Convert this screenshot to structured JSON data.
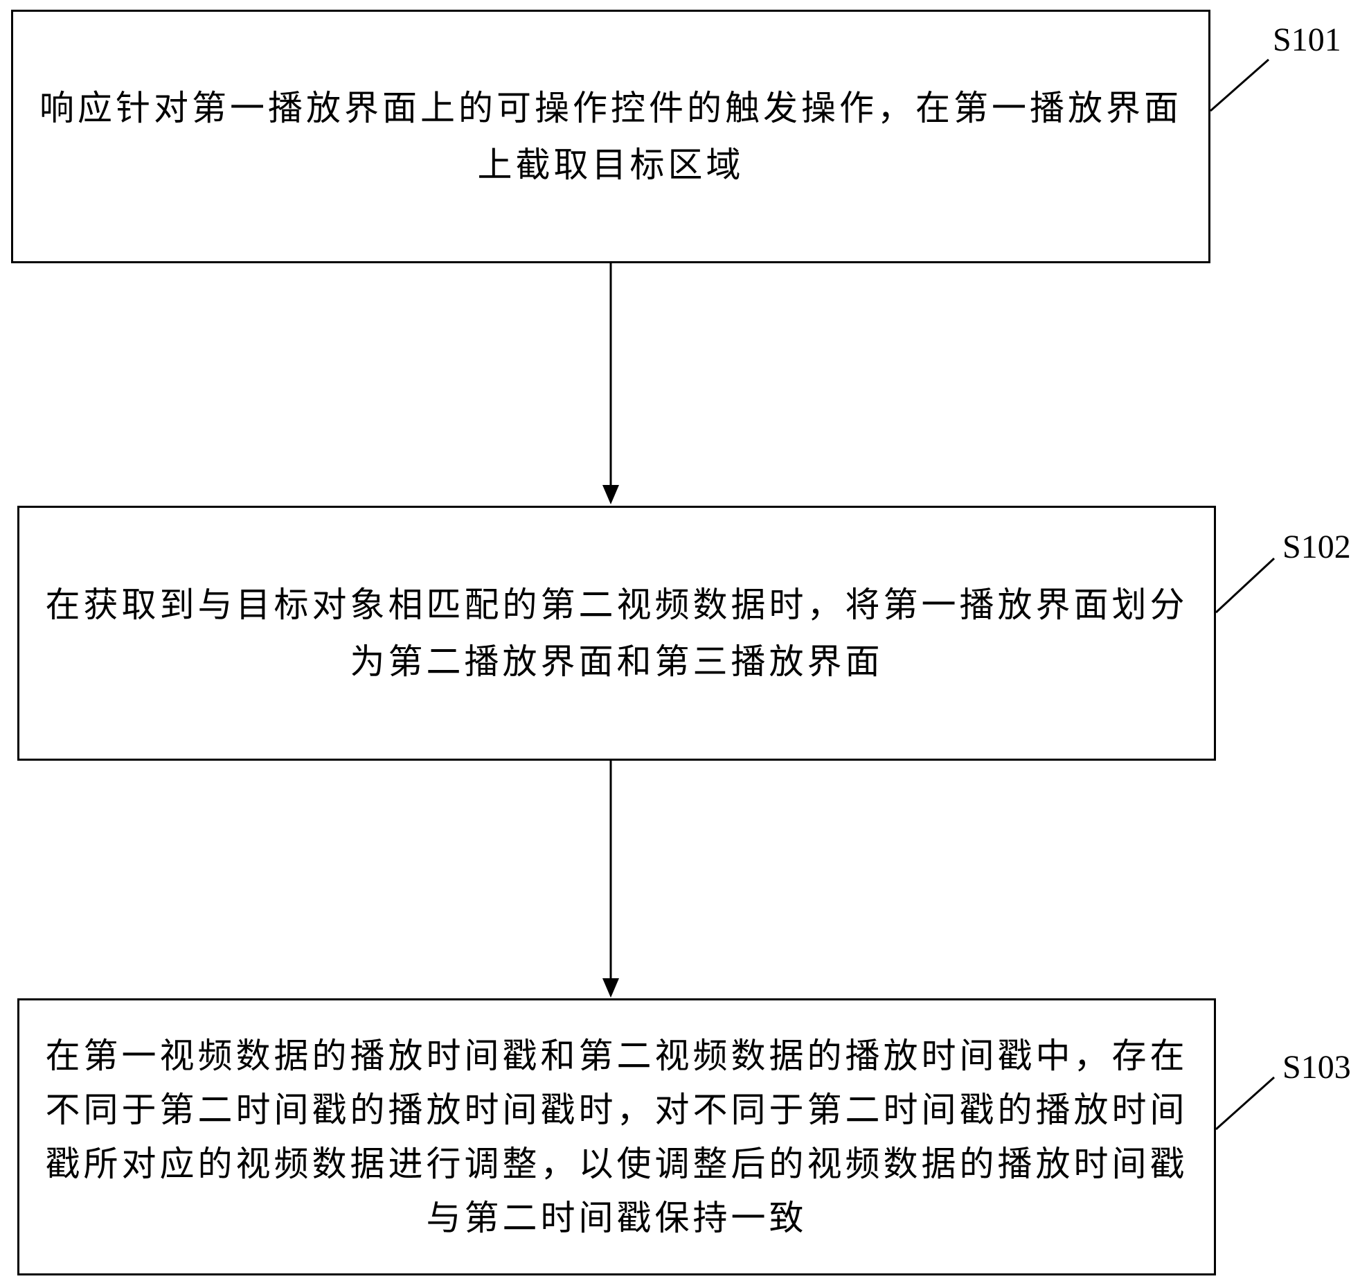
{
  "steps": [
    {
      "id": "S101",
      "label": "S101",
      "text": "响应针对第一播放界面上的可操作控件的触发操作，在第一播放界面上截取目标区域"
    },
    {
      "id": "S102",
      "label": "S102",
      "text": "在获取到与目标对象相匹配的第二视频数据时，将第一播放界面划分为第二播放界面和第三播放界面"
    },
    {
      "id": "S103",
      "label": "S103",
      "text": "在第一视频数据的播放时间戳和第二视频数据的播放时间戳中，存在不同于第二时间戳的播放时间戳时，对不同于第二时间戳的播放时间戳所对应的视频数据进行调整，以使调整后的视频数据的播放时间戳与第二时间戳保持一致"
    }
  ],
  "colors": {
    "line": "#000000",
    "background": "#ffffff"
  }
}
